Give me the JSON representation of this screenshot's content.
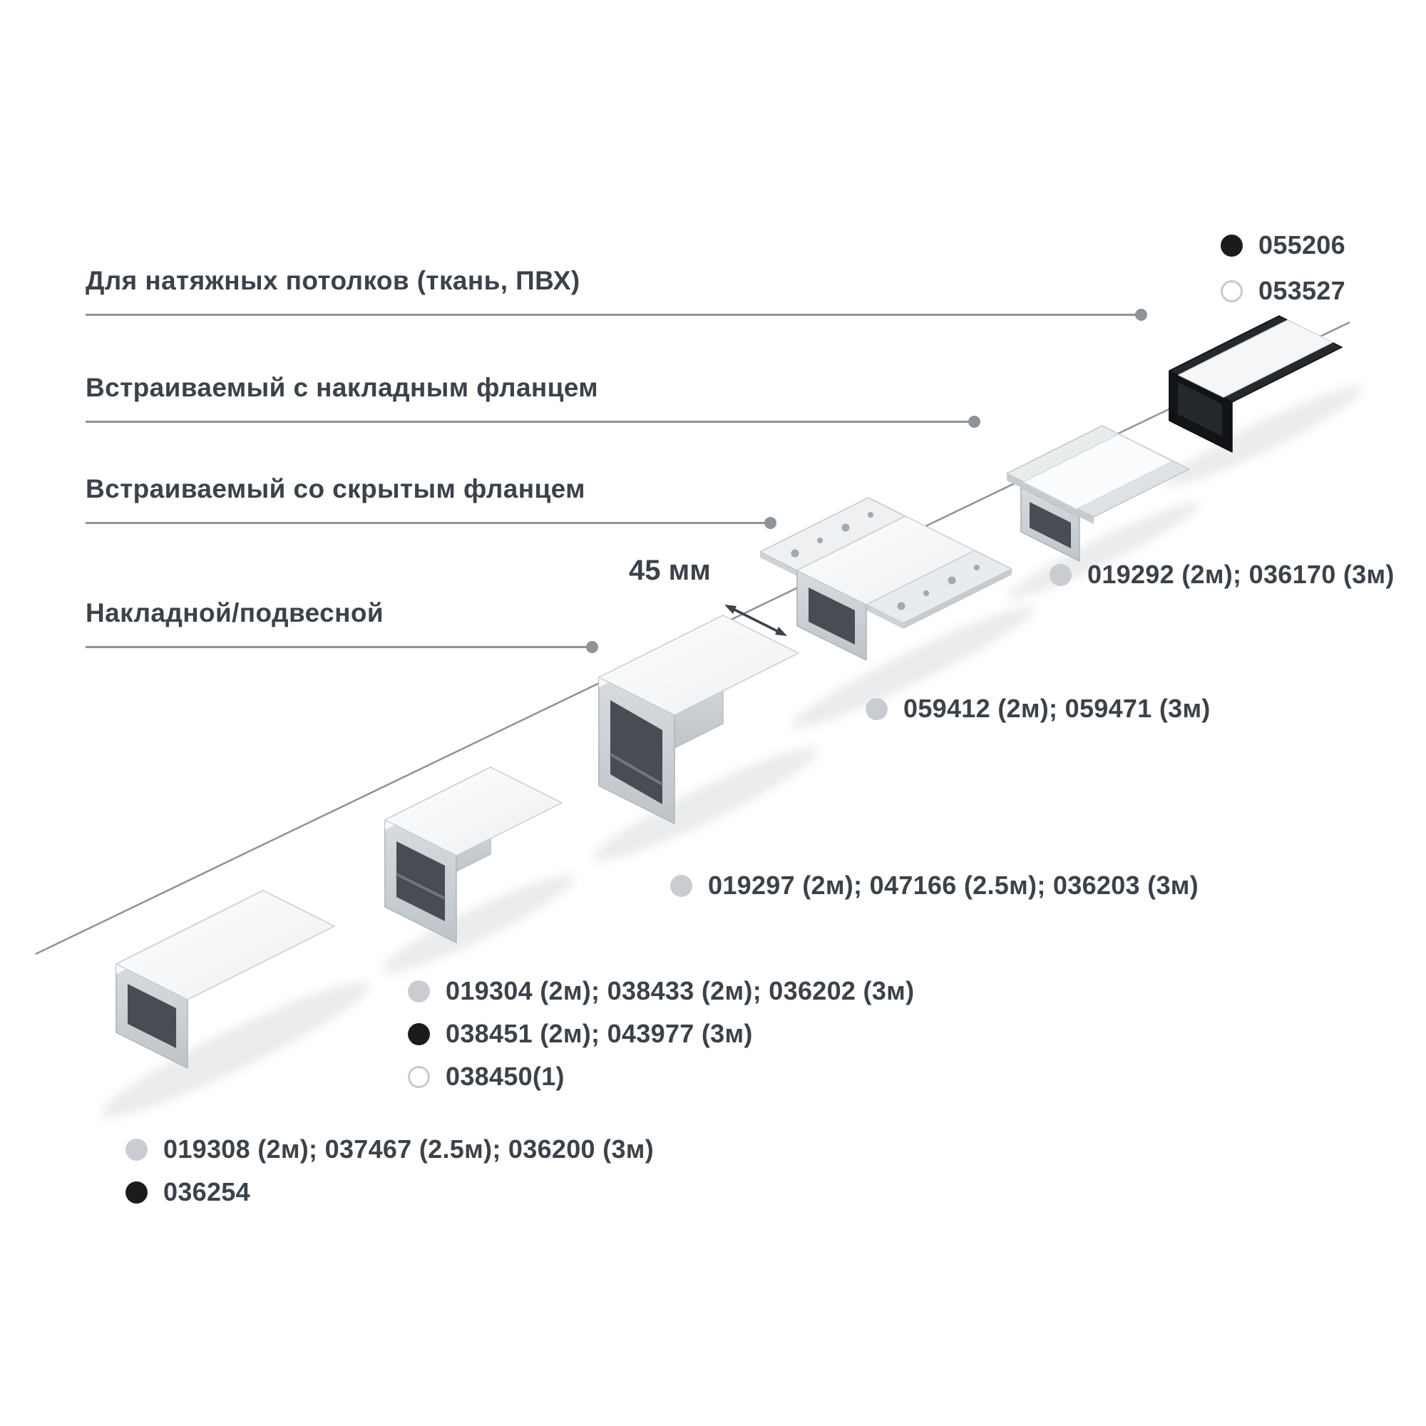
{
  "categories": [
    {
      "label": "Для натяжных потолков (ткань, ПВХ)"
    },
    {
      "label": "Встраиваемый с накладным фланцем"
    },
    {
      "label": "Встраиваемый со скрытым фланцем"
    },
    {
      "label": "Накладной/подвесной"
    }
  ],
  "dimension_label": "45 мм",
  "legend_top": [
    {
      "dot": "black",
      "code": "055206"
    },
    {
      "dot": "white",
      "code": "053527"
    }
  ],
  "part_labels": [
    {
      "dot": "gray",
      "code": "019292 (2м); 036170 (3м)"
    },
    {
      "dot": "gray",
      "code": "059412 (2м); 059471 (3м)"
    },
    {
      "dot": "gray",
      "code": "019297 (2м); 047166 (2.5м); 036203 (3м)"
    },
    {
      "dot": "gray",
      "code": "019304 (2м); 038433 (2м); 036202 (3м)"
    },
    {
      "dot": "black",
      "code": "038451 (2м); 043977 (3м)"
    },
    {
      "dot": "white",
      "code": "038450(1)"
    },
    {
      "dot": "gray",
      "code": "019308 (2м); 037467 (2.5м); 036200 (3м)"
    },
    {
      "dot": "black",
      "code": "036254"
    }
  ],
  "colors": {
    "text": "#3b4249",
    "leader_line": "#8d9499",
    "dot_gray": "#c9cdd1",
    "dot_black": "#1a1b1d",
    "dot_white": "#ffffff",
    "profile_light": "#d6dadd",
    "profile_black": "#1a1d20"
  }
}
